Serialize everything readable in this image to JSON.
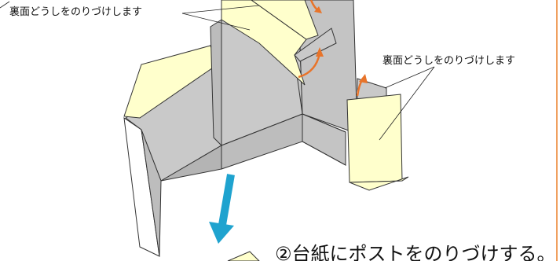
{
  "callouts": {
    "glue_back_left": "裏面どうしをのりづけします",
    "glue_back_right": "裏面どうしをのりづけします"
  },
  "step": {
    "caption": "②台紙にポストをのりづけする。"
  },
  "colors": {
    "panel_gray": "#c9c9c9",
    "panel_gray_dark": "#b9b9b9",
    "flap_yellow": "#ffffcc",
    "outline": "#333333",
    "fold_arrow_orange": "#e8742a",
    "direction_arrow_blue": "#1fa3cf",
    "page_border_orange": "#f0a060"
  },
  "icons": {
    "direction": "down-left-arrow-icon",
    "fold": "curved-fold-arrow-icon"
  }
}
